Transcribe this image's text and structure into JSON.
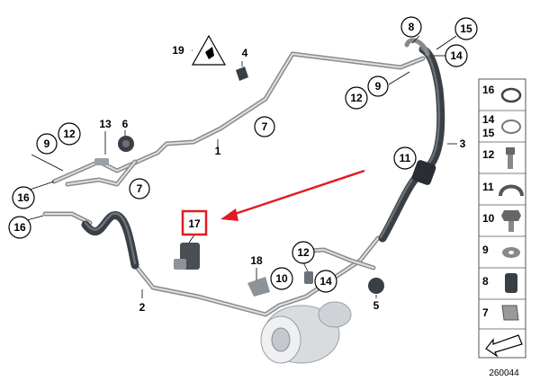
{
  "callouts": [
    {
      "id": "c8",
      "label": "8",
      "circled": true
    },
    {
      "id": "c15",
      "label": "15",
      "circled": true
    },
    {
      "id": "c14a",
      "label": "14",
      "circled": true
    },
    {
      "id": "c19",
      "label": "19",
      "circled": false
    },
    {
      "id": "c4",
      "label": "4",
      "circled": false
    },
    {
      "id": "c9a",
      "label": "9",
      "circled": true
    },
    {
      "id": "c12a",
      "label": "12",
      "circled": true
    },
    {
      "id": "c3",
      "label": "3",
      "circled": false
    },
    {
      "id": "c13",
      "label": "13",
      "circled": false
    },
    {
      "id": "c6",
      "label": "6",
      "circled": false
    },
    {
      "id": "c7a",
      "label": "7",
      "circled": true
    },
    {
      "id": "c9b",
      "label": "9",
      "circled": true
    },
    {
      "id": "c12b",
      "label": "12",
      "circled": true
    },
    {
      "id": "c1",
      "label": "1",
      "circled": false
    },
    {
      "id": "c11",
      "label": "11",
      "circled": true
    },
    {
      "id": "c7b",
      "label": "7",
      "circled": true
    },
    {
      "id": "c16a",
      "label": "16",
      "circled": true
    },
    {
      "id": "c16b",
      "label": "16",
      "circled": true
    },
    {
      "id": "c17",
      "label": "17",
      "circled": false,
      "highlighted": true
    },
    {
      "id": "c12c",
      "label": "12",
      "circled": true
    },
    {
      "id": "c18",
      "label": "18",
      "circled": false
    },
    {
      "id": "c10",
      "label": "10",
      "circled": true
    },
    {
      "id": "c14b",
      "label": "14",
      "circled": true
    },
    {
      "id": "c2",
      "label": "2",
      "circled": false
    },
    {
      "id": "c5",
      "label": "5",
      "circled": false
    }
  ],
  "legend": [
    {
      "label": "16",
      "part": "o-ring"
    },
    {
      "label": "14\n15",
      "part": "seal-rings"
    },
    {
      "label": "12",
      "part": "screw"
    },
    {
      "label": "11",
      "part": "clamp"
    },
    {
      "label": "10",
      "part": "hex-bolt"
    },
    {
      "label": "9",
      "part": "washer"
    },
    {
      "label": "8",
      "part": "valve-cap"
    },
    {
      "label": "7",
      "part": "clip"
    }
  ],
  "diagram_id": "260044",
  "colors": {
    "highlight": "#e31b23",
    "arrow": "#e31b23",
    "pipe": "#8a8a8a",
    "hose": "#3a3f45"
  }
}
